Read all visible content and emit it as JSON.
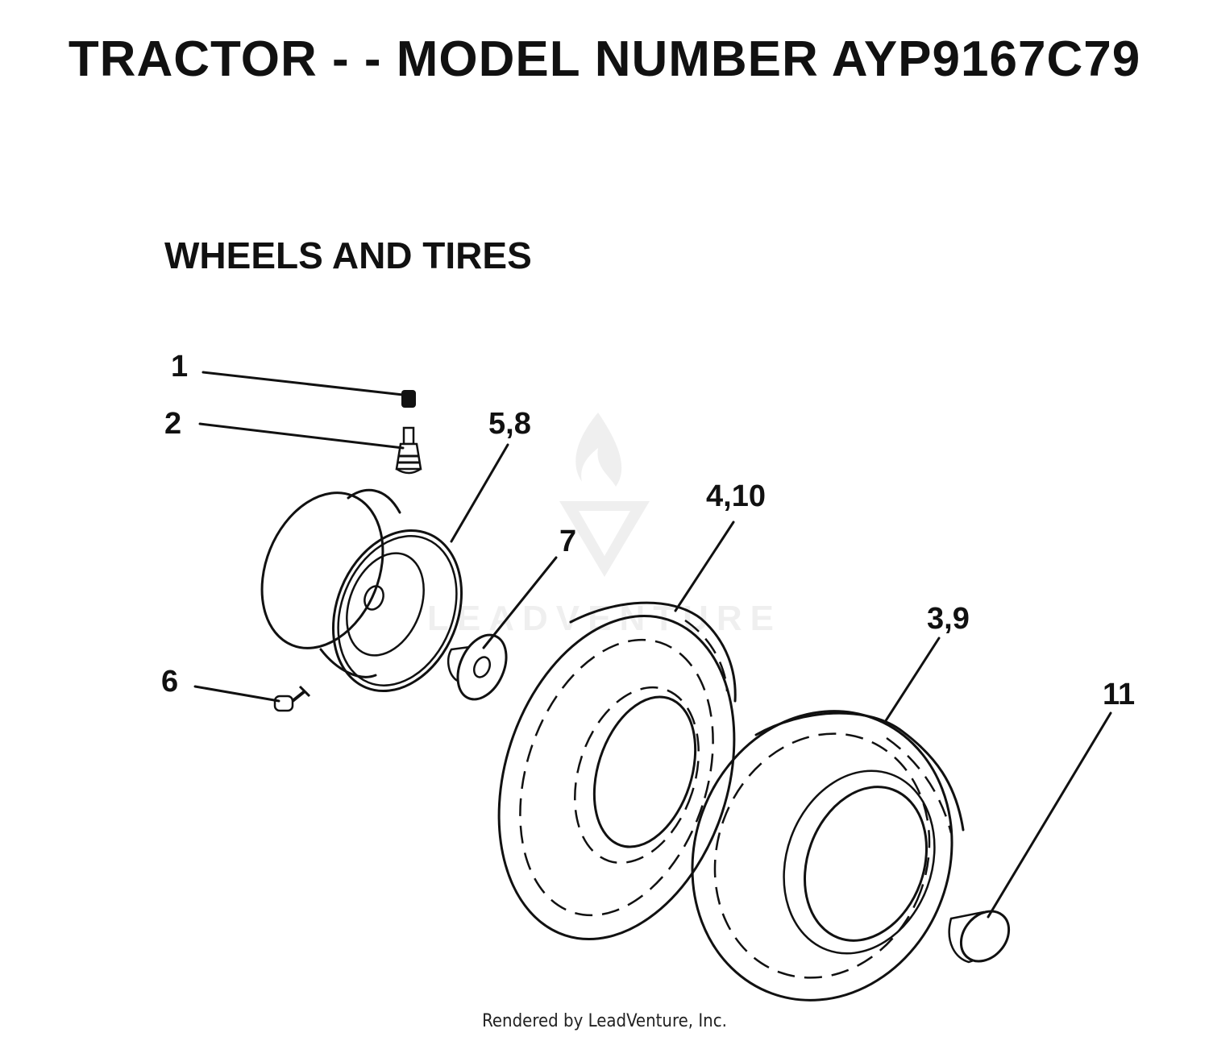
{
  "header": {
    "title": "TRACTOR - - MODEL NUMBER AYP9167C79",
    "section": "WHEELS AND TIRES"
  },
  "callouts": {
    "c1": "1",
    "c2": "2",
    "c58": "5,8",
    "c7": "7",
    "c410": "4,10",
    "c39": "3,9",
    "c6": "6",
    "c11": "11"
  },
  "watermark": {
    "text": "LEADVENTURE"
  },
  "footer": {
    "text": "Rendered by LeadVenture, Inc."
  },
  "colors": {
    "ink": "#111111",
    "background": "#ffffff"
  }
}
